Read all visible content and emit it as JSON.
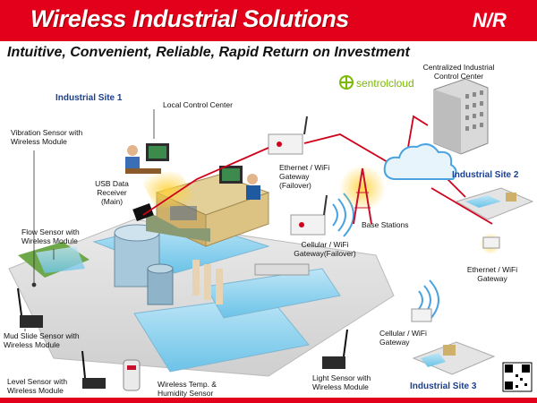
{
  "header": {
    "title": "Wireless Industrial Solutions",
    "logo": "N/R",
    "subtitle": "Intuitive, Convenient, Reliable, Rapid Return on Investment"
  },
  "brand": {
    "name": "sentrolcloud"
  },
  "sites": {
    "site1": "Industrial Site 1",
    "site2": "Industrial Site 2",
    "site3": "Industrial Site 3"
  },
  "labels": {
    "centralized": "Centralized Industrial Control Center",
    "local_control": "Local Control Center",
    "vibration": "Vibration Sensor with Wireless Module",
    "usb_receiver": "USB Data Receiver (Main)",
    "ethernet_wifi_failover": "Ethernet / WiFi Gateway (Failover)",
    "base_stations": "Base Stations",
    "cellular_wifi_failover": "Cellular / WiFi Gateway(Failover)",
    "flow": "Flow Sensor with Wireless Module",
    "ethernet_wifi_site2": "Ethernet / WiFi Gateway",
    "mud_slide": "Mud Slide Sensor with Wireless Module",
    "cellular_wifi_site3": "Cellular / WiFi Gateway",
    "level": "Level Sensor with Wireless Module",
    "temp_humidity": "Wireless Temp. & Humidity Sensor",
    "light": "Light Sensor with Wireless Module"
  },
  "colors": {
    "brand_red": "#e2001a",
    "site_blue": "#1b3f8f",
    "link_red": "#d0021b",
    "cloud_blue": "#4aa3df"
  }
}
